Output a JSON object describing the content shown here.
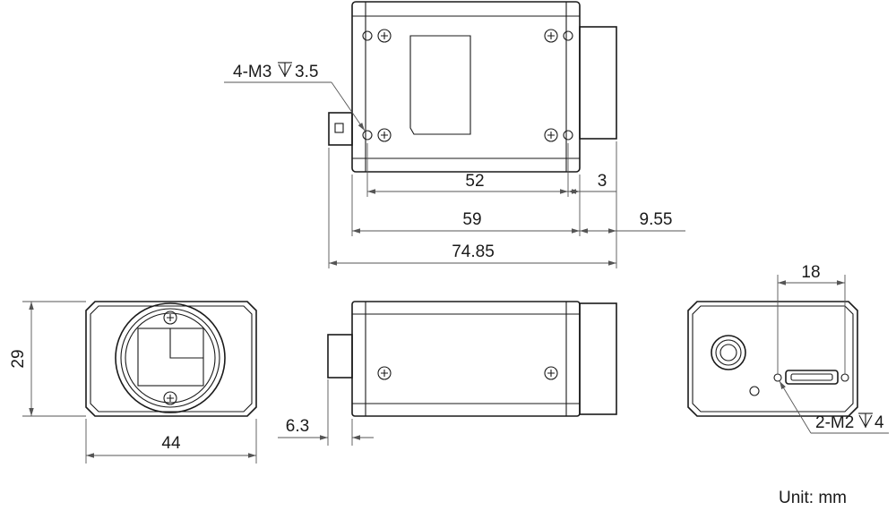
{
  "labels": {
    "top_thread": "4-M3",
    "top_thread_depth": "3.5",
    "bottom_thread": "2-M2",
    "bottom_thread_depth": "4",
    "unit": "Unit: mm"
  },
  "dimensions": {
    "d52": "52",
    "d3": "3",
    "d59": "59",
    "d955": "9.55",
    "d7485": "74.85",
    "d29": "29",
    "d44": "44",
    "d63": "6.3",
    "d18": "18"
  }
}
